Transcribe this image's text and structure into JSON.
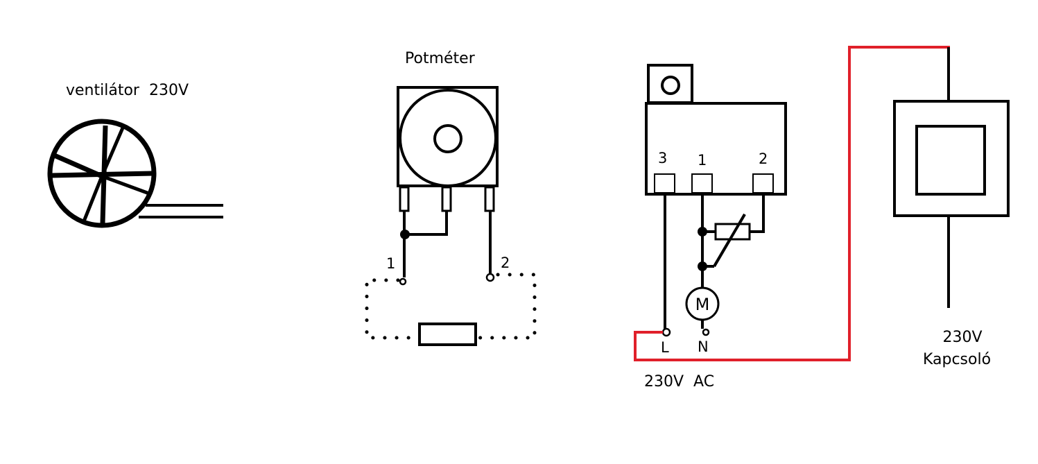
{
  "fan": {
    "label": "ventilátor  230V"
  },
  "potentiometer": {
    "title": "Potméter",
    "pin_left": "1",
    "pin_right": "2"
  },
  "module": {
    "pin_3": "3",
    "pin_1": "1",
    "pin_2": "2",
    "motor": "M",
    "line": "L",
    "neutral": "N",
    "supply": "230V  AC"
  },
  "switch": {
    "voltage": "230V",
    "name": "Kapcsoló"
  },
  "colors": {
    "ink": "#000000",
    "wire_live": "#e0202a"
  }
}
